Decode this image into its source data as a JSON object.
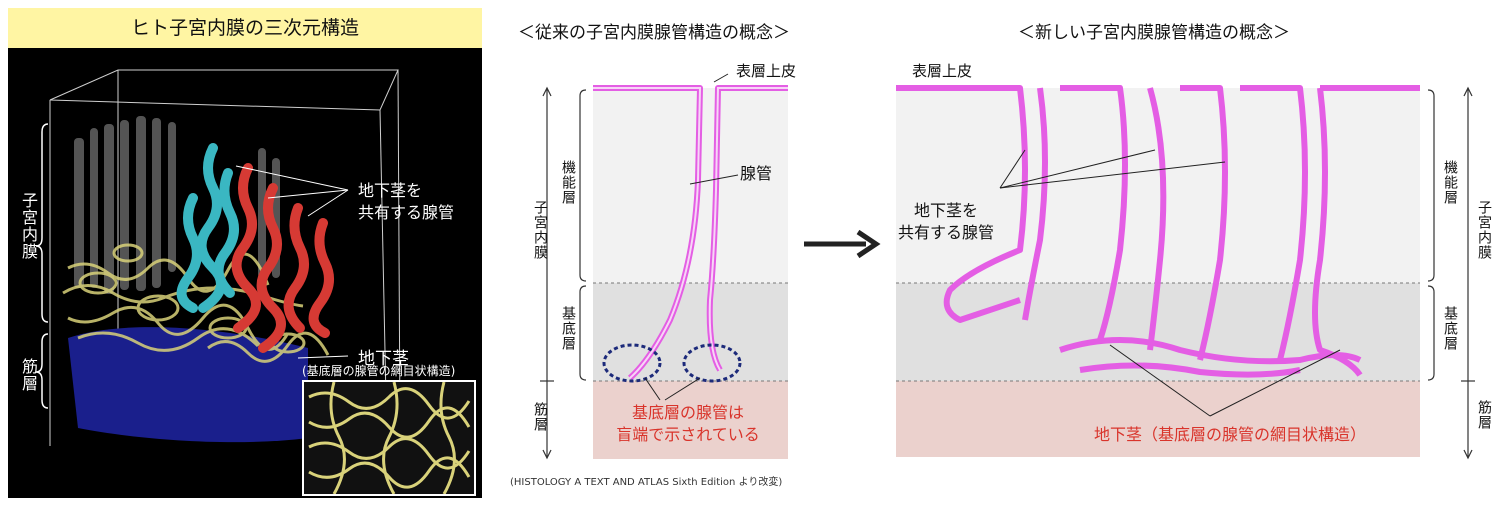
{
  "left_panel": {
    "title": "ヒト子宮内膜の三次元構造",
    "label_shared_rhizome": [
      "地下茎を",
      "共有する腺管"
    ],
    "label_endometrium": "子宮内膜",
    "label_muscle": "筋層",
    "label_rhizome": "地下茎",
    "label_inset_caption": "(基底層の腺管の網目状構造)"
  },
  "middle_panel": {
    "title": "＜従来の子宮内膜腺管構造の概念＞",
    "label_surface_epithelium": "表層上皮",
    "label_gland": "腺管",
    "label_functional_layer": "機能層",
    "label_endometrium": "子宮内膜",
    "label_basal_layer": "基底層",
    "label_muscle": "筋層",
    "caption": [
      "基底層の腺管は",
      "盲端で示されている"
    ],
    "source_note": "(HISTOLOGY A TEXT AND ATLAS  Sixth Edition より改変)"
  },
  "right_panel": {
    "title": "＜新しい子宮内膜腺管構造の概念＞",
    "label_surface_epithelium": "表層上皮",
    "label_shared_rhizome": [
      "地下茎を",
      "共有する腺管"
    ],
    "label_functional_layer": "機能層",
    "label_endometrium": "子宮内膜",
    "label_basal_layer": "基底層",
    "label_muscle": "筋層",
    "caption": "地下茎（基底層の腺管の網目状構造）"
  },
  "colors": {
    "gland_outline": "#e45ee4",
    "gland_fill": "#f7d5f7",
    "functional_layer": "#f2f2f2",
    "basal_layer": "#e0e0e0",
    "muscle_layer": "#ebd1cd",
    "caption_red": "#d9342b",
    "title_band": "#fff5a3",
    "cyan_gland": "#3ab7c2",
    "red_gland": "#d63a34",
    "blue_muscle": "#1a1f8c",
    "yellow_basal": "#d9d27a"
  }
}
